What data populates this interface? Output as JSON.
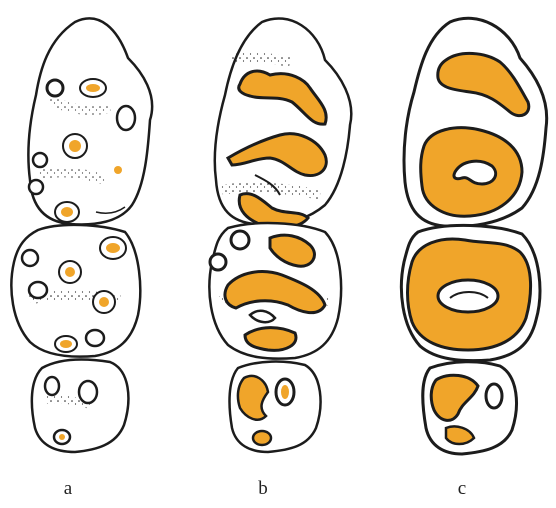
{
  "figure": {
    "panels": [
      {
        "id": "a",
        "caption": "a"
      },
      {
        "id": "b",
        "caption": "b"
      },
      {
        "id": "c",
        "caption": "c"
      }
    ],
    "colors": {
      "outline": "#1c1c1c",
      "dentine": "#f0a52a",
      "enamel": "#ffffff",
      "background": "#ffffff"
    }
  }
}
